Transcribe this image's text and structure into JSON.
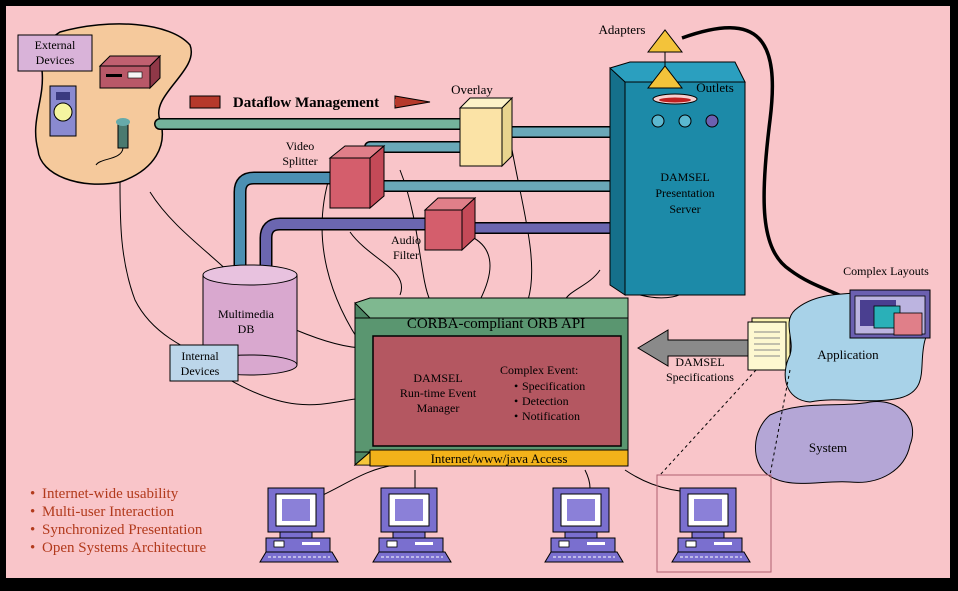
{
  "diagram": {
    "external_devices": [
      "External",
      "Devices"
    ],
    "dataflow_management": "Dataflow Management",
    "overlay": "Overlay",
    "adapters": "Adapters",
    "outlets": "Outlets",
    "video_splitter": [
      "Video",
      "Splitter"
    ],
    "audio_filter": [
      "Audio",
      "Filter"
    ],
    "presentation_server": [
      "DAMSEL",
      "Presentation",
      "Server"
    ],
    "multimedia_db": [
      "Multimedia",
      "DB"
    ],
    "internal_devices": [
      "Internal",
      "Devices"
    ],
    "corba_api": "CORBA-compliant ORB API",
    "event_manager": [
      "DAMSEL",
      "Run-time Event",
      "Manager"
    ],
    "complex_event_title": "Complex Event:",
    "complex_event_items": [
      "Specification",
      "Detection",
      "Notification"
    ],
    "internet_access": "Internet/www/java Access",
    "damsel_specifications": [
      "DAMSEL",
      "Specifications"
    ],
    "complex_layouts": "Complex Layouts",
    "application": "Application",
    "system": "System",
    "features": [
      "Internet-wide usability",
      "Multi-user Interaction",
      "Synchronized Presentation",
      "Open Systems Architecture"
    ]
  },
  "colors": {
    "background": "#f9c5c9",
    "server_blue": "#1c8aa8",
    "orb_green": "#5a9670",
    "manager_red": "#b45761",
    "access_yellow": "#f2b21a",
    "bullet_text": "#b23a1c",
    "computer_purple": "#7a6fcf"
  }
}
